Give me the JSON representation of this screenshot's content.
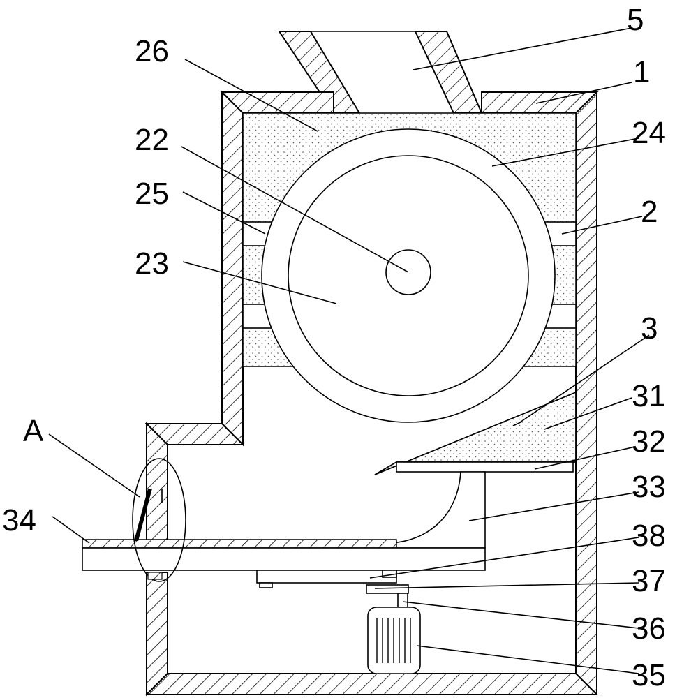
{
  "figure": {
    "labels": {
      "housing": "1",
      "crushing_chamber": "2",
      "screening_assembly": "3",
      "screen_cone": "31",
      "support_plate": "32",
      "discharge_pipe": "33",
      "outlet_pipe": "34",
      "motor": "35",
      "motor_shaft": "36",
      "coupling": "37",
      "drive_plate": "38",
      "hopper": "5",
      "rotor_shaft": "22",
      "rotor": "23",
      "drum_ring": "24",
      "bearing_block": "25",
      "filler": "26",
      "detail_marker": "A"
    }
  }
}
